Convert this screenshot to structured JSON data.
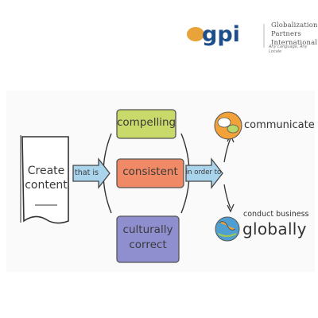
{
  "logo": {
    "mark": "gpi",
    "lines": [
      "Globalization",
      "Partners",
      "International"
    ],
    "tagline": "Any Language, Any Locale"
  },
  "diagram": {
    "start": {
      "label_line1": "Create",
      "label_line2": "content"
    },
    "connector1": "that is",
    "qualities": [
      {
        "label": "compelling",
        "color": "#c9d96a"
      },
      {
        "label": "consistent",
        "color": "#f08a66"
      },
      {
        "label_line1": "culturally",
        "label_line2": "correct",
        "color": "#8f8fd0"
      }
    ],
    "connector2": "in order to",
    "outcomes": [
      {
        "label": "communicate",
        "icon": "speech-bubbles-icon"
      },
      {
        "label_small": "conduct business",
        "label_big": "globally",
        "icon": "globe-handshake-icon"
      }
    ],
    "colors": {
      "arrow": "#a9d4ec",
      "arrow_border": "#444444",
      "accent_orange": "#f3a23a"
    }
  }
}
